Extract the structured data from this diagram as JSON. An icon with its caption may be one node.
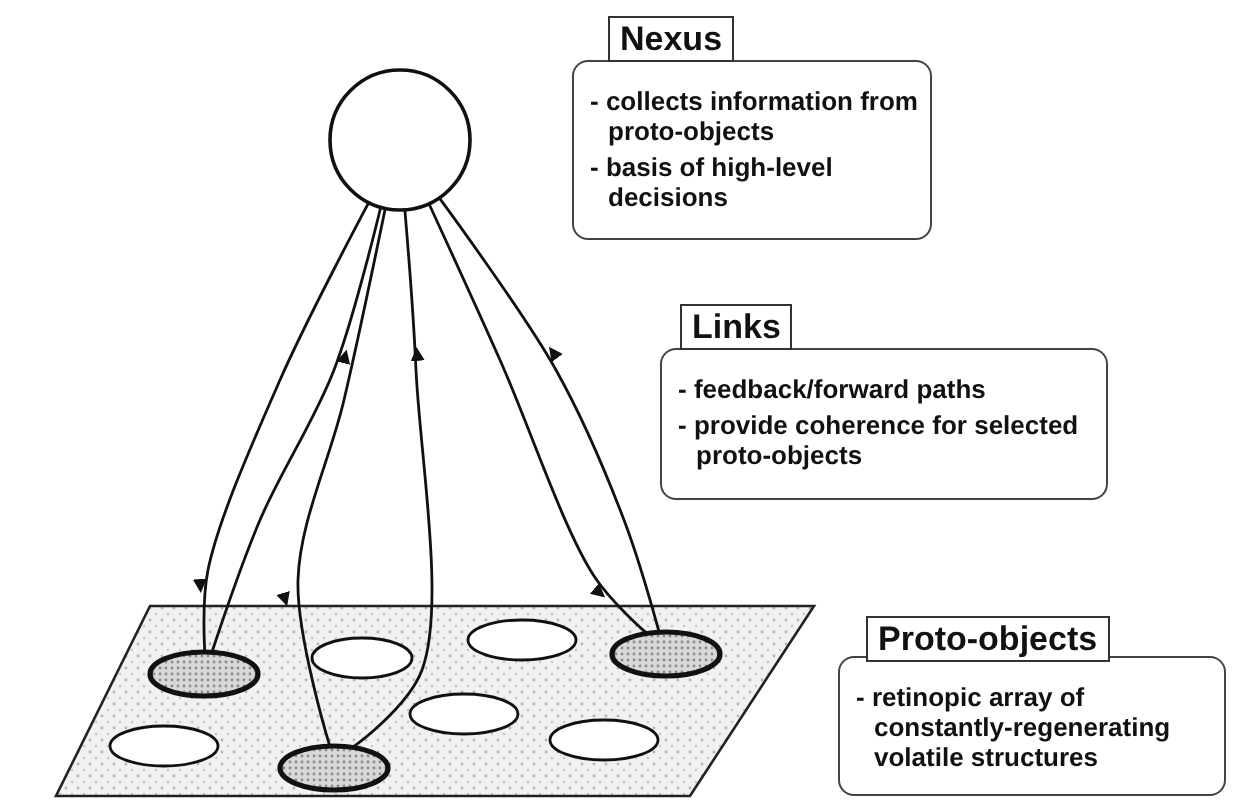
{
  "diagram": {
    "nodes": [
      {
        "text": [],
        "shape": "circle"
      },
      {
        "text": [
          "Nexus",
          "- collects information from proto-objects",
          "- basis of high-level decisions"
        ]
      },
      {
        "text": [
          "Links",
          "- feedback/forward paths",
          "- provide coherence for selected proto-objects"
        ]
      },
      {
        "text": [
          "Proto-objects",
          "- retinopic array of constantly-regenerating volatile structures"
        ]
      },
      {
        "text": [],
        "shape": "parallelogram"
      },
      {
        "text": [],
        "shape": "ellipse",
        "in": 4
      },
      {
        "text": [],
        "shape": "ellipse",
        "in": 4
      },
      {
        "text": [],
        "shape": "ellipse",
        "in": 4
      },
      {
        "text": [],
        "shape": "ellipse",
        "in": 4
      },
      {
        "text": [],
        "shape": "ellipse",
        "in": 4
      },
      {
        "text": [],
        "shape": "ellipse",
        "in": 4
      },
      {
        "text": [],
        "shape": "ellipse",
        "in": 4
      },
      {
        "text": [],
        "shape": "ellipse",
        "in": 4
      }
    ],
    "edges": [
      {
        "from": 0,
        "to": 5,
        "arrow": "to"
      },
      {
        "from": 5,
        "to": 0,
        "arrow": "to"
      },
      {
        "from": 0,
        "to": 10,
        "arrow": "to"
      },
      {
        "from": 10,
        "to": 0,
        "arrow": "to"
      },
      {
        "from": 0,
        "to": 8,
        "arrow": "to"
      },
      {
        "from": 8,
        "to": 0,
        "arrow": "to"
      }
    ]
  }
}
